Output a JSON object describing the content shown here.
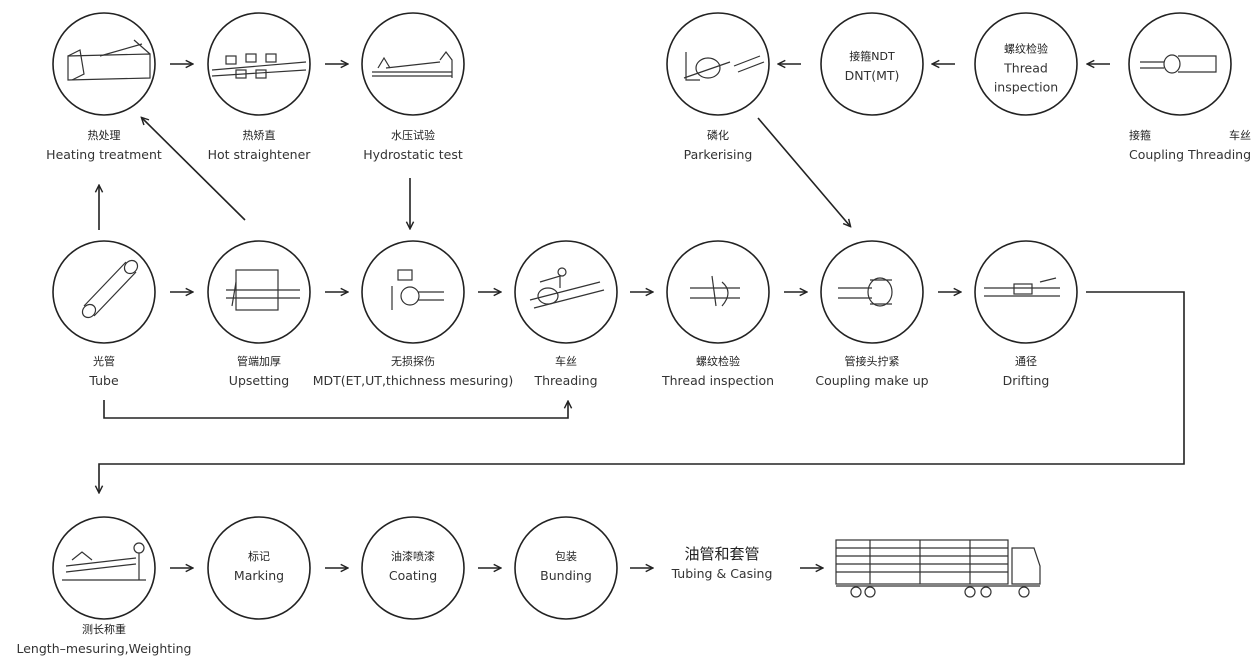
{
  "steps": {
    "heating": {
      "zh": "热处理",
      "en": "Heating treatment"
    },
    "straightener": {
      "zh": "热矫直",
      "en": "Hot straightener"
    },
    "hydrostatic": {
      "zh": "水压试验",
      "en": "Hydrostatic test"
    },
    "parkerising": {
      "zh": "磷化",
      "en": "Parkerising"
    },
    "coupling_ndt": {
      "zh": "接箍NDT",
      "en": "DNT(MT)"
    },
    "coupling_thread_insp": {
      "zh": "螺纹检验",
      "en1": "Thread",
      "en2": "inspection"
    },
    "coupling_threading": {
      "zh1": "接箍",
      "zh2": "车丝",
      "en": "Coupling Threading"
    },
    "tube": {
      "zh": "光管",
      "en": "Tube"
    },
    "upsetting": {
      "zh": "管端加厚",
      "en": "Upsetting"
    },
    "mdt": {
      "zh": "无损探伤",
      "en": "MDT(ET,UT,thichness mesuring)"
    },
    "threading": {
      "zh": "车丝",
      "en": "Threading"
    },
    "thread_inspection": {
      "zh": "螺纹检验",
      "en": "Thread inspection"
    },
    "coupling_makeup": {
      "zh": "管接头拧紧",
      "en": "Coupling make up"
    },
    "drifting": {
      "zh": "通径",
      "en": "Drifting"
    },
    "length": {
      "zh": "测长称重",
      "en": "Length–mesuring,Weighting"
    },
    "marking": {
      "zh": "标记",
      "en": "Marking"
    },
    "coating": {
      "zh": "油漆喷漆",
      "en": "Coating"
    },
    "bunding": {
      "zh": "包装",
      "en": "Bunding"
    },
    "tubing_casing": {
      "zh": "油管和套管",
      "en": "Tubing & Casing"
    }
  }
}
